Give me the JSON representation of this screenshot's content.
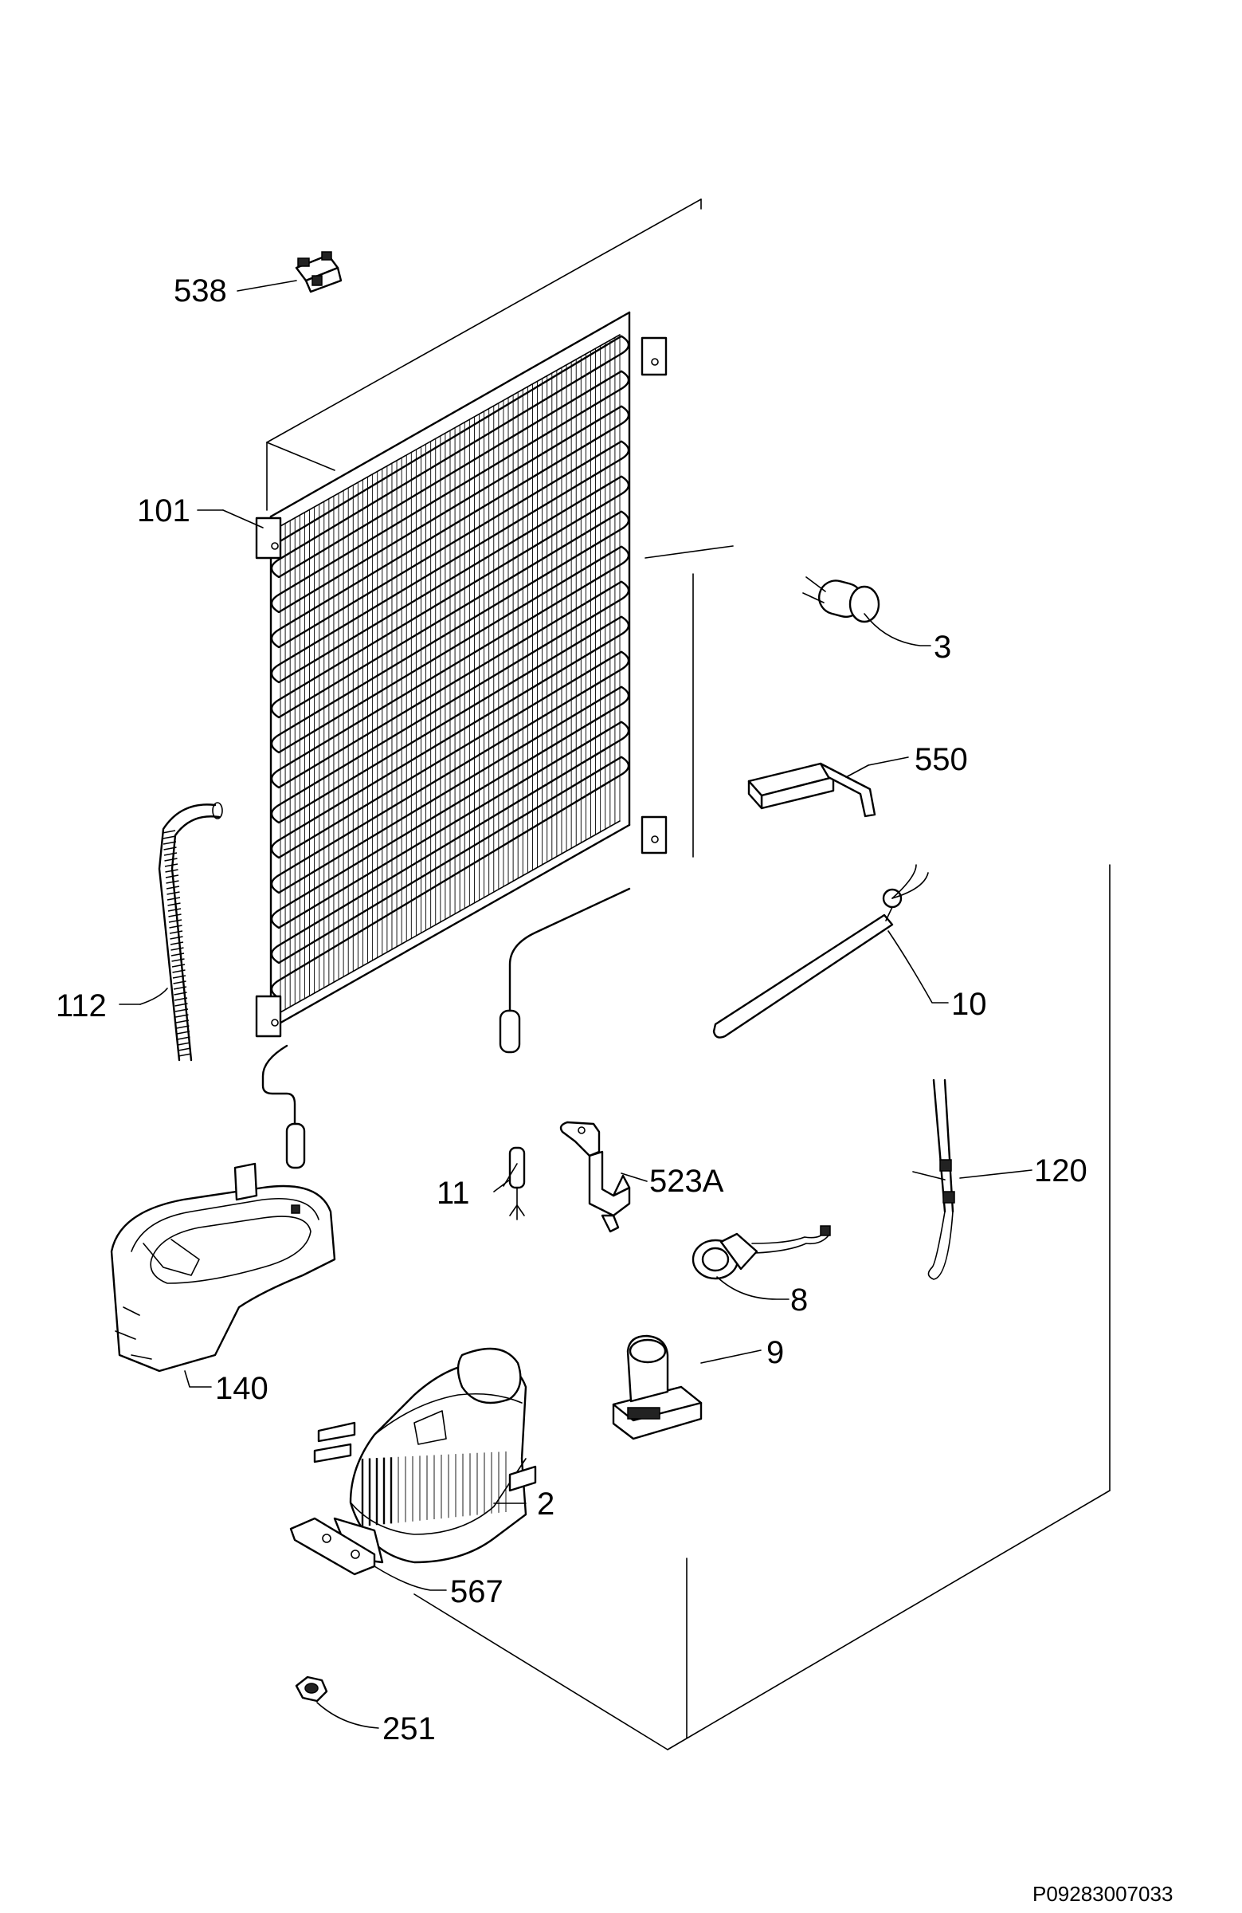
{
  "diagram": {
    "callouts": {
      "p538": "538",
      "p101": "101",
      "p3": "3",
      "p550": "550",
      "p112": "112",
      "p10": "10",
      "p120": "120",
      "p523a": "523A",
      "p11": "11",
      "p8": "8",
      "p140": "140",
      "p9": "9",
      "p2": "2",
      "p567": "567",
      "p251": "251"
    },
    "document_id": "P09283007033"
  }
}
